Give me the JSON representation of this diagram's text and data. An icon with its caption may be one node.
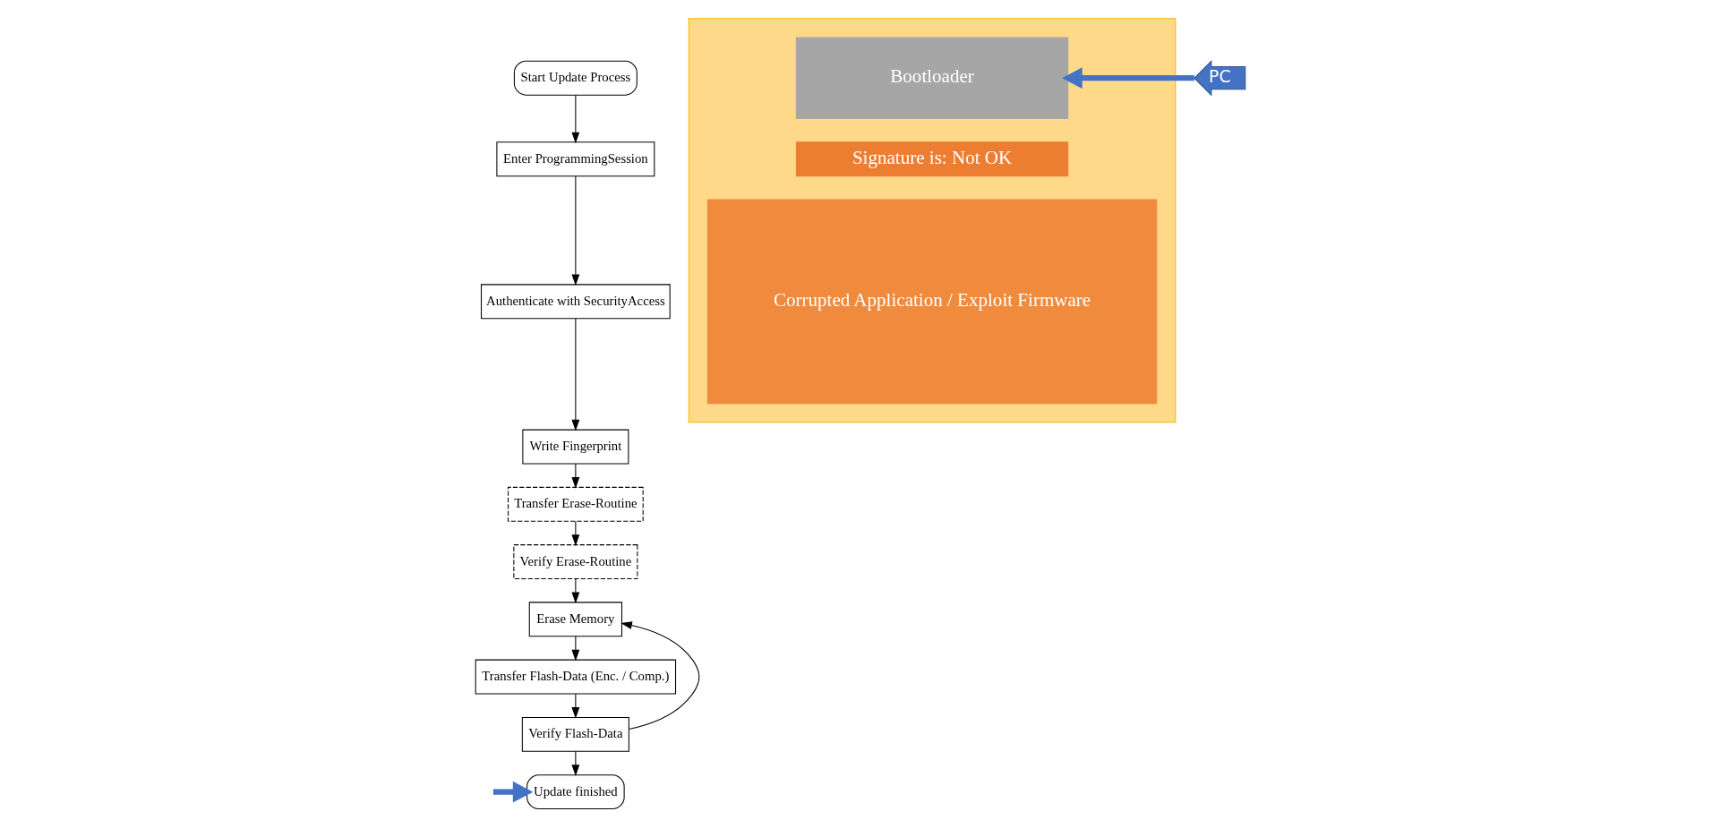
{
  "diagram": {
    "nodes": [
      {
        "text": [
          "Start Update Process"
        ]
      },
      {
        "text": [
          "Enter ProgrammingSession"
        ]
      },
      {
        "text": [
          "Authenticate with SecurityAccess"
        ]
      },
      {
        "text": [
          "Write Fingerprint"
        ]
      },
      {
        "text": [
          "Transfer Erase-Routine"
        ]
      },
      {
        "text": [
          "Verify Erase-Routine"
        ]
      },
      {
        "text": [
          "Erase Memory"
        ]
      },
      {
        "text": [
          "Transfer Flash-Data (Enc. / Comp.)"
        ]
      },
      {
        "text": [
          "Verify Flash-Data"
        ]
      },
      {
        "text": [
          "Update finished"
        ]
      },
      {
        "text": [],
        "shape": "box"
      },
      {
        "text": [
          "Bootloader"
        ],
        "in": 10
      },
      {
        "text": [
          "Signature is: Not OK"
        ],
        "in": 10
      },
      {
        "text": [
          "Corrupted Application / Exploit Firmware"
        ],
        "in": 10
      },
      {
        "text": [
          "PC"
        ]
      }
    ],
    "edges": [
      {
        "from": 0,
        "to": 1,
        "arrow": "to"
      },
      {
        "from": 1,
        "to": 2,
        "arrow": "to"
      },
      {
        "from": 2,
        "to": 3,
        "arrow": "to"
      },
      {
        "from": 3,
        "to": 4,
        "arrow": "to"
      },
      {
        "from": 4,
        "to": 5,
        "arrow": "to"
      },
      {
        "from": 5,
        "to": 6,
        "arrow": "to"
      },
      {
        "from": 6,
        "to": 7,
        "arrow": "to"
      },
      {
        "from": 7,
        "to": 8,
        "arrow": "to"
      },
      {
        "from": 8,
        "to": 9,
        "arrow": "to"
      },
      {
        "from": 8,
        "to": 6,
        "arrow": "to"
      },
      {
        "from": null,
        "to": 9,
        "arrow": "to",
        "style": "thick",
        "color": "#4472c4"
      },
      {
        "from": 14,
        "to": 11,
        "arrow": "to",
        "style": "thick",
        "color": "#4472c4"
      }
    ]
  }
}
